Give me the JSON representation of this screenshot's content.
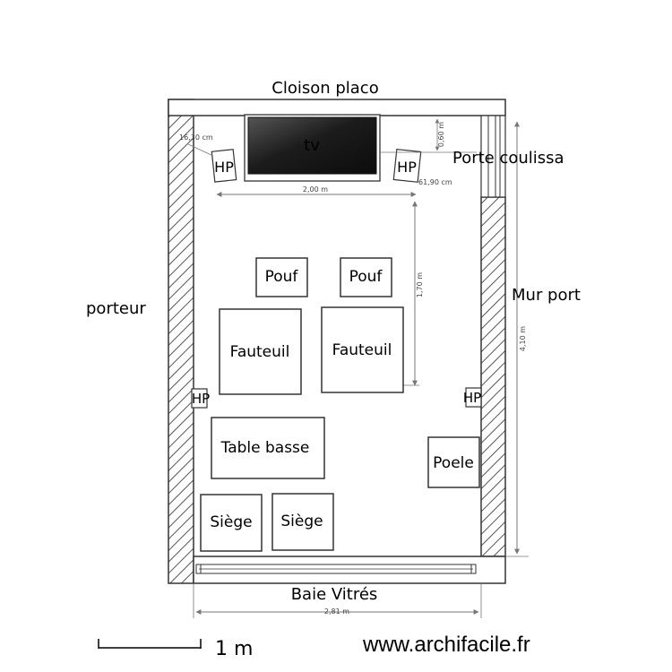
{
  "labels": {
    "top_wall": "Cloison placo",
    "left_wall": "porteur",
    "right_wall": "Mur port",
    "sliding_door": "Porte coulissa",
    "bottom_wall": "Baie Vitrés"
  },
  "furniture": {
    "tv": "tv",
    "speaker": "HP",
    "pouf": "Pouf",
    "fauteuil": "Fauteuil",
    "table_basse": "Table basse",
    "siege": "Siège",
    "poele": "Poele"
  },
  "dimensions": {
    "tv_width": "2,00 m",
    "speaker_offset_left": "16,30 cm",
    "speaker_offset_right": "61,90 cm",
    "tv_depth": "0,60 m",
    "viewing_distance": "1,70 m",
    "room_length": "4,10 m",
    "room_width": "2,81 m"
  },
  "scale": {
    "label": "1 m"
  },
  "footer": {
    "website": "www.archifacile.fr"
  },
  "colors": {
    "wall_line": "#333333",
    "hatch": "#555555",
    "dimension_line": "#7a7a7a",
    "tv_screen": "#222222"
  }
}
